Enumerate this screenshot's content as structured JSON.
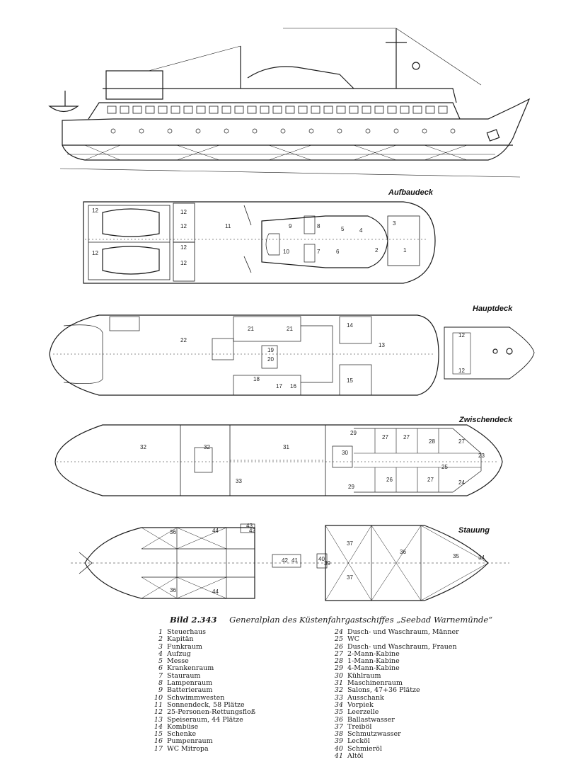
{
  "deck_labels": {
    "aufbaudeck": "Aufbaudeck",
    "hauptdeck": "Hauptdeck",
    "zwischendeck": "Zwischendeck",
    "stauung": "Stauung"
  },
  "caption": {
    "figure": "Bild 2.343",
    "title": "Generalplan des Küstenfahrgastschiffes „Seebad Warnemünde“"
  },
  "legend_left": [
    {
      "num": "1",
      "text": "Steuerhaus"
    },
    {
      "num": "2",
      "text": "Kapitän"
    },
    {
      "num": "3",
      "text": "Funkraum"
    },
    {
      "num": "4",
      "text": "Aufzug"
    },
    {
      "num": "5",
      "text": "Messe"
    },
    {
      "num": "6",
      "text": "Krankenraum"
    },
    {
      "num": "7",
      "text": "Stauraum"
    },
    {
      "num": "8",
      "text": "Lampenraum"
    },
    {
      "num": "9",
      "text": "Batterieraum"
    },
    {
      "num": "10",
      "text": "Schwimmwesten"
    },
    {
      "num": "11",
      "text": "Sonnendeck, 58 Plätze"
    },
    {
      "num": "12",
      "text": "25-Personen-Rettungsfloß"
    },
    {
      "num": "13",
      "text": "Speiseraum, 44 Plätze"
    },
    {
      "num": "14",
      "text": "Kombüse"
    },
    {
      "num": "15",
      "text": "Schenke"
    },
    {
      "num": "16",
      "text": "Pumpenraum"
    },
    {
      "num": "17",
      "text": "WC Mitropa"
    }
  ],
  "legend_right": [
    {
      "num": "24",
      "text": "Dusch- und Waschraum, Männer"
    },
    {
      "num": "25",
      "text": "WC"
    },
    {
      "num": "26",
      "text": "Dusch- und Waschraum, Frauen"
    },
    {
      "num": "27",
      "text": "2-Mann-Kabine"
    },
    {
      "num": "28",
      "text": "1-Mann-Kabine"
    },
    {
      "num": "29",
      "text": "4-Mann-Kabine"
    },
    {
      "num": "30",
      "text": "Kühlraum"
    },
    {
      "num": "31",
      "text": "Maschinenraum"
    },
    {
      "num": "32",
      "text": "Salons, 47+36 Plätze"
    },
    {
      "num": "33",
      "text": "Ausschank"
    },
    {
      "num": "34",
      "text": "Vorpiek"
    },
    {
      "num": "35",
      "text": "Leerzelle"
    },
    {
      "num": "36",
      "text": "Ballastwasser"
    },
    {
      "num": "37",
      "text": "Treiböl"
    },
    {
      "num": "38",
      "text": "Schmutzwasser"
    },
    {
      "num": "39",
      "text": "Lecköl"
    },
    {
      "num": "40",
      "text": "Schmieröl"
    },
    {
      "num": "41",
      "text": "Altöl"
    }
  ],
  "rooms": {
    "aufbaudeck": [
      "12",
      "12",
      "12",
      "12",
      "12",
      "12",
      "11",
      "9",
      "8",
      "10",
      "7",
      "6",
      "5",
      "4",
      "3",
      "2",
      "1"
    ],
    "hauptdeck": [
      "22",
      "21",
      "21",
      "19",
      "20",
      "18",
      "17",
      "16",
      "15",
      "14",
      "13",
      "12",
      "12"
    ],
    "zwischendeck": [
      "32",
      "32",
      "31",
      "33",
      "30",
      "29",
      "29",
      "28",
      "27",
      "27",
      "26",
      "27",
      "27",
      "24",
      "25",
      "23"
    ],
    "stauung": [
      "36",
      "44",
      "36",
      "44",
      "43",
      "42",
      "42",
      "41",
      "40",
      "39",
      "37",
      "36",
      "37",
      "35",
      "34"
    ]
  },
  "colors": {
    "ink": "#1a1a1a",
    "paper": "#ffffff"
  }
}
